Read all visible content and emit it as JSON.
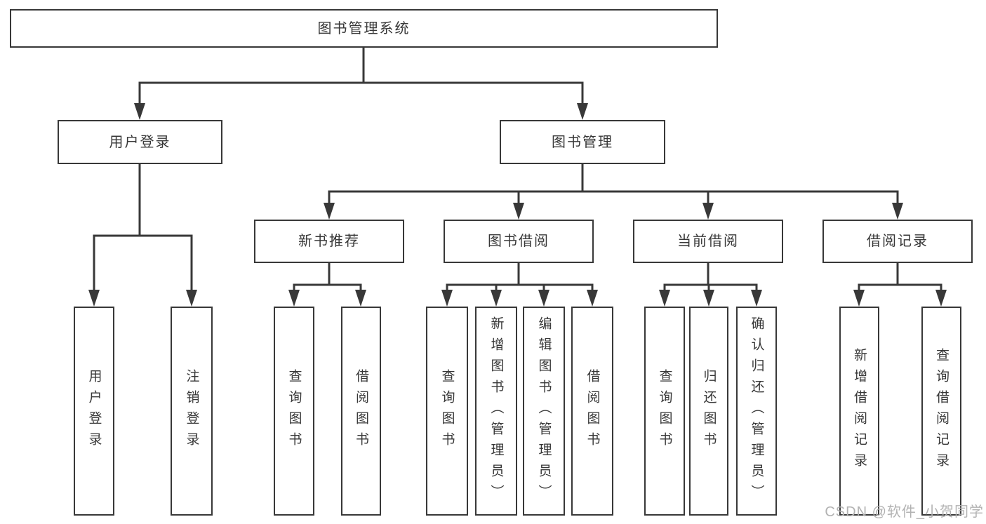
{
  "diagram": {
    "root": {
      "label": "图书管理系统"
    },
    "branches": [
      {
        "label": "用户登录",
        "children": [
          {
            "label": "用户登录"
          },
          {
            "label": "注销登录"
          }
        ]
      },
      {
        "label": "图书管理",
        "children": [
          {
            "label": "新书推荐",
            "children": [
              {
                "label": "查询图书"
              },
              {
                "label": "借阅图书"
              }
            ]
          },
          {
            "label": "图书借阅",
            "children": [
              {
                "label": "查询图书"
              },
              {
                "label": "新增图书（管理员）"
              },
              {
                "label": "编辑图书（管理员）"
              },
              {
                "label": "借阅图书"
              }
            ]
          },
          {
            "label": "当前借阅",
            "children": [
              {
                "label": "查询图书"
              },
              {
                "label": "归还图书"
              },
              {
                "label": "确认归还（管理员）"
              }
            ]
          },
          {
            "label": "借阅记录",
            "children": [
              {
                "label": "新增借阅记录"
              },
              {
                "label": "查询借阅记录"
              }
            ]
          }
        ]
      }
    ]
  },
  "watermark": {
    "text": "CSDN @软件_小贺同学"
  },
  "colors": {
    "line": "#383838",
    "text": "#373737",
    "background": "#ffffff",
    "watermark": "#b2b2b2"
  }
}
